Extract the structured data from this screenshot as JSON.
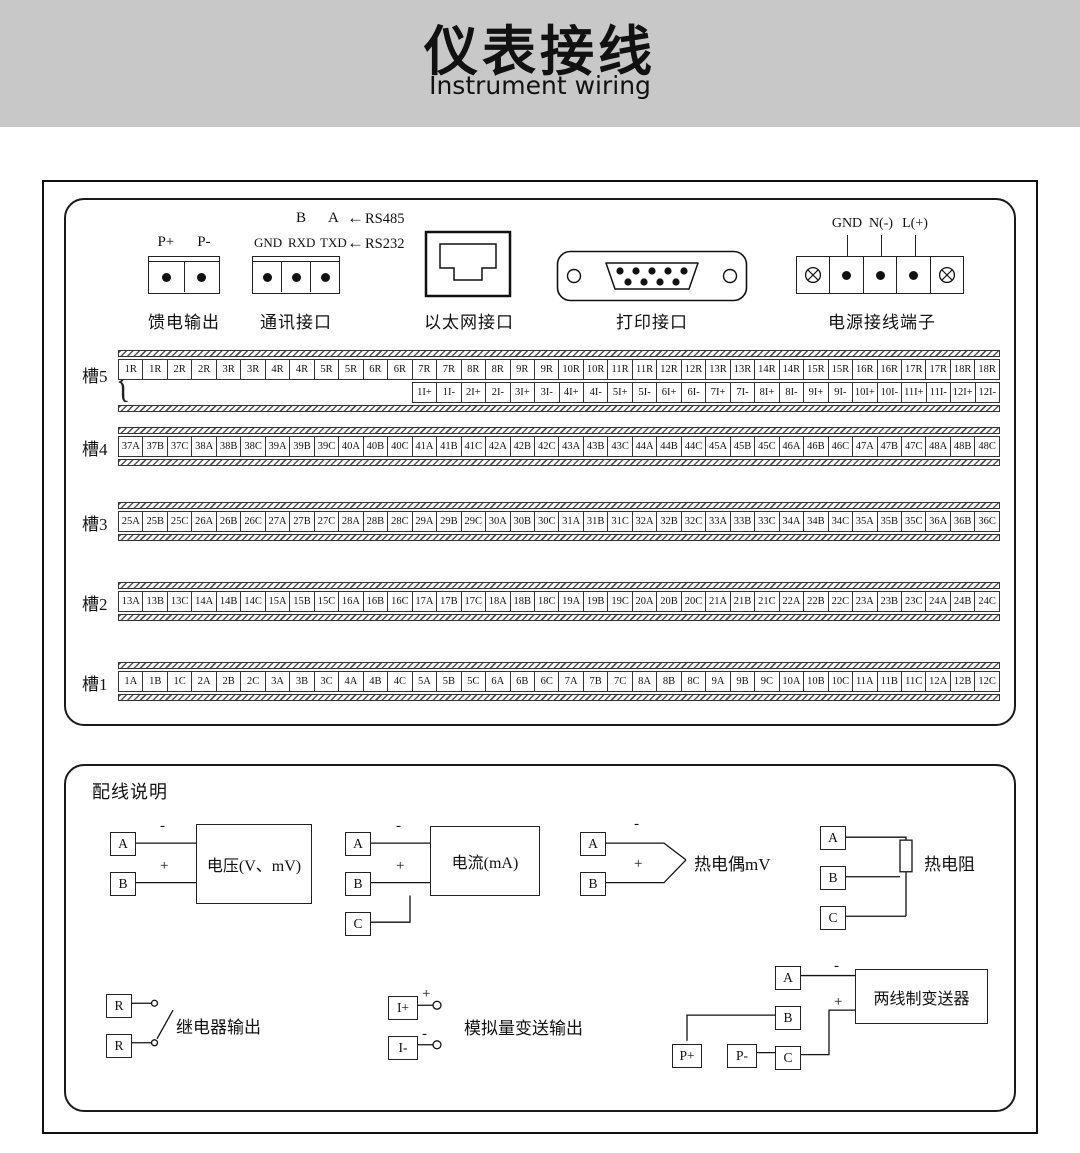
{
  "header": {
    "title": "仪表接线",
    "subtitle": "Instrument wiring"
  },
  "connectors": {
    "feed": {
      "pins": [
        "P+",
        "P-"
      ],
      "caption": "馈电输出"
    },
    "comm": {
      "top_pins": [
        "B",
        "A"
      ],
      "bottom_pins": [
        "GND",
        "RXD",
        "TXD"
      ],
      "arrow1": "RS485",
      "arrow2": "RS232",
      "caption": "通讯接口"
    },
    "ethernet": {
      "caption": "以太网接口"
    },
    "printer": {
      "caption": "打印接口"
    },
    "power": {
      "pins": [
        "GND",
        "N(-)",
        "L(+)"
      ],
      "caption": "电源接线端子"
    }
  },
  "slots": [
    {
      "name": "槽5",
      "brace": "{",
      "row1": [
        "1R",
        "1R",
        "2R",
        "2R",
        "3R",
        "3R",
        "4R",
        "4R",
        "5R",
        "5R",
        "6R",
        "6R",
        "7R",
        "7R",
        "8R",
        "8R",
        "9R",
        "9R",
        "10R",
        "10R",
        "11R",
        "11R",
        "12R",
        "12R",
        "13R",
        "13R",
        "14R",
        "14R",
        "15R",
        "15R",
        "16R",
        "16R",
        "17R",
        "17R",
        "18R",
        "18R"
      ],
      "row2": [
        "1I+",
        "1I-",
        "2I+",
        "2I-",
        "3I+",
        "3I-",
        "4I+",
        "4I-",
        "5I+",
        "5I-",
        "6I+",
        "6I-",
        "7I+",
        "7I-",
        "8I+",
        "8I-",
        "9I+",
        "9I-",
        "10I+",
        "10I-",
        "11I+",
        "11I-",
        "12I+",
        "12I-"
      ]
    },
    {
      "name": "槽4",
      "row1": [
        "37A",
        "37B",
        "37C",
        "38A",
        "38B",
        "38C",
        "39A",
        "39B",
        "39C",
        "40A",
        "40B",
        "40C",
        "41A",
        "41B",
        "41C",
        "42A",
        "42B",
        "42C",
        "43A",
        "43B",
        "43C",
        "44A",
        "44B",
        "44C",
        "45A",
        "45B",
        "45C",
        "46A",
        "46B",
        "46C",
        "47A",
        "47B",
        "47C",
        "48A",
        "48B",
        "48C"
      ]
    },
    {
      "name": "槽3",
      "row1": [
        "25A",
        "25B",
        "25C",
        "26A",
        "26B",
        "26C",
        "27A",
        "27B",
        "27C",
        "28A",
        "28B",
        "28C",
        "29A",
        "29B",
        "29C",
        "30A",
        "30B",
        "30C",
        "31A",
        "31B",
        "31C",
        "32A",
        "32B",
        "32C",
        "33A",
        "33B",
        "33C",
        "34A",
        "34B",
        "34C",
        "35A",
        "35B",
        "35C",
        "36A",
        "36B",
        "36C"
      ]
    },
    {
      "name": "槽2",
      "row1": [
        "13A",
        "13B",
        "13C",
        "14A",
        "14B",
        "14C",
        "15A",
        "15B",
        "15C",
        "16A",
        "16B",
        "16C",
        "17A",
        "17B",
        "17C",
        "18A",
        "18B",
        "18C",
        "19A",
        "19B",
        "19C",
        "20A",
        "20B",
        "20C",
        "21A",
        "21B",
        "21C",
        "22A",
        "22B",
        "22C",
        "23A",
        "23B",
        "23C",
        "24A",
        "24B",
        "24C"
      ]
    },
    {
      "name": "槽1",
      "row1": [
        "1A",
        "1B",
        "1C",
        "2A",
        "2B",
        "2C",
        "3A",
        "3B",
        "3C",
        "4A",
        "4B",
        "4C",
        "5A",
        "5B",
        "5C",
        "6A",
        "6B",
        "6C",
        "7A",
        "7B",
        "7C",
        "8A",
        "8B",
        "8C",
        "9A",
        "9B",
        "9C",
        "10A",
        "10B",
        "10C",
        "11A",
        "11B",
        "11C",
        "12A",
        "12B",
        "12C"
      ]
    }
  ],
  "wiring": {
    "title": "配线说明",
    "voltage": {
      "t": [
        "A",
        "B"
      ],
      "minus": "-",
      "plus": "+",
      "label": "电压(V、mV)"
    },
    "current": {
      "t": [
        "A",
        "B",
        "C"
      ],
      "minus": "-",
      "plus": "+",
      "label": "电流(mA)"
    },
    "thermocouple": {
      "t": [
        "A",
        "B"
      ],
      "minus": "-",
      "plus": "+",
      "label": "热电偶mV"
    },
    "rtd": {
      "t": [
        "A",
        "B",
        "C"
      ],
      "label": "热电阻"
    },
    "relay": {
      "t": [
        "R",
        "R"
      ],
      "label": "继电器输出"
    },
    "analog": {
      "t": [
        "I+",
        "I-"
      ],
      "plus": "+",
      "minus": "-",
      "label": "模拟量变送输出"
    },
    "transmitter": {
      "t": [
        "A",
        "B",
        "C"
      ],
      "p": [
        "P+",
        "P-"
      ],
      "minus": "-",
      "plus": "+",
      "label": "两线制变送器"
    }
  }
}
